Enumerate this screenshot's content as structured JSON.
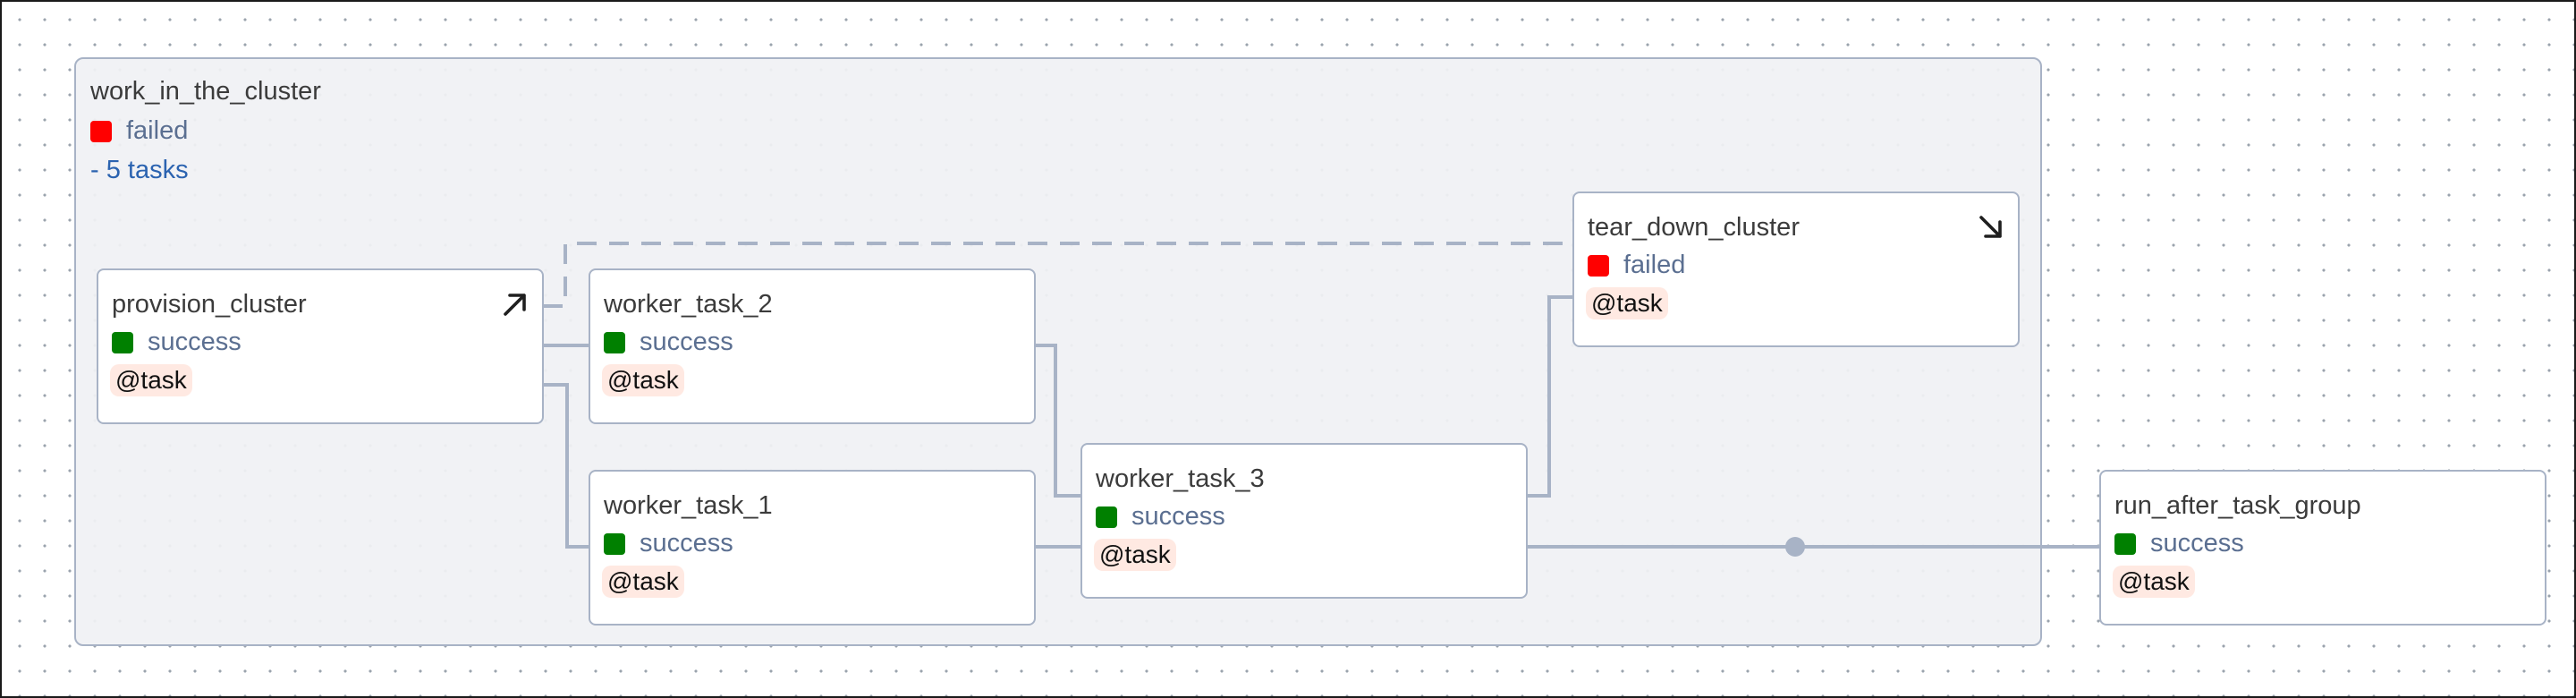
{
  "colors": {
    "failed": "#ff0000",
    "success": "#008000",
    "edge": "#a8b3c6",
    "operator_bg": "#ffe9e2",
    "group_count_link": "#2b63b0"
  },
  "group": {
    "title": "work_in_the_cluster",
    "status": "failed",
    "task_count": "- 5 tasks"
  },
  "nodes": {
    "provision_cluster": {
      "title": "provision_cluster",
      "status": "success",
      "operator": "@task",
      "icon": "arrow-up-right-icon"
    },
    "worker_task_2": {
      "title": "worker_task_2",
      "status": "success",
      "operator": "@task"
    },
    "worker_task_1": {
      "title": "worker_task_1",
      "status": "success",
      "operator": "@task"
    },
    "worker_task_3": {
      "title": "worker_task_3",
      "status": "success",
      "operator": "@task"
    },
    "tear_down_cluster": {
      "title": "tear_down_cluster",
      "status": "failed",
      "operator": "@task",
      "icon": "arrow-down-right-icon"
    },
    "run_after_task_group": {
      "title": "run_after_task_group",
      "status": "success",
      "operator": "@task"
    }
  },
  "edges": [
    {
      "from": "provision_cluster",
      "to": "worker_task_2",
      "style": "solid"
    },
    {
      "from": "provision_cluster",
      "to": "worker_task_1",
      "style": "solid"
    },
    {
      "from": "provision_cluster",
      "to": "tear_down_cluster",
      "style": "dashed"
    },
    {
      "from": "worker_task_2",
      "to": "worker_task_3",
      "style": "solid"
    },
    {
      "from": "worker_task_1",
      "to": "worker_task_3",
      "style": "solid"
    },
    {
      "from": "worker_task_3",
      "to": "tear_down_cluster",
      "style": "solid"
    },
    {
      "from": "worker_task_3",
      "to": "run_after_task_group",
      "style": "solid"
    }
  ]
}
